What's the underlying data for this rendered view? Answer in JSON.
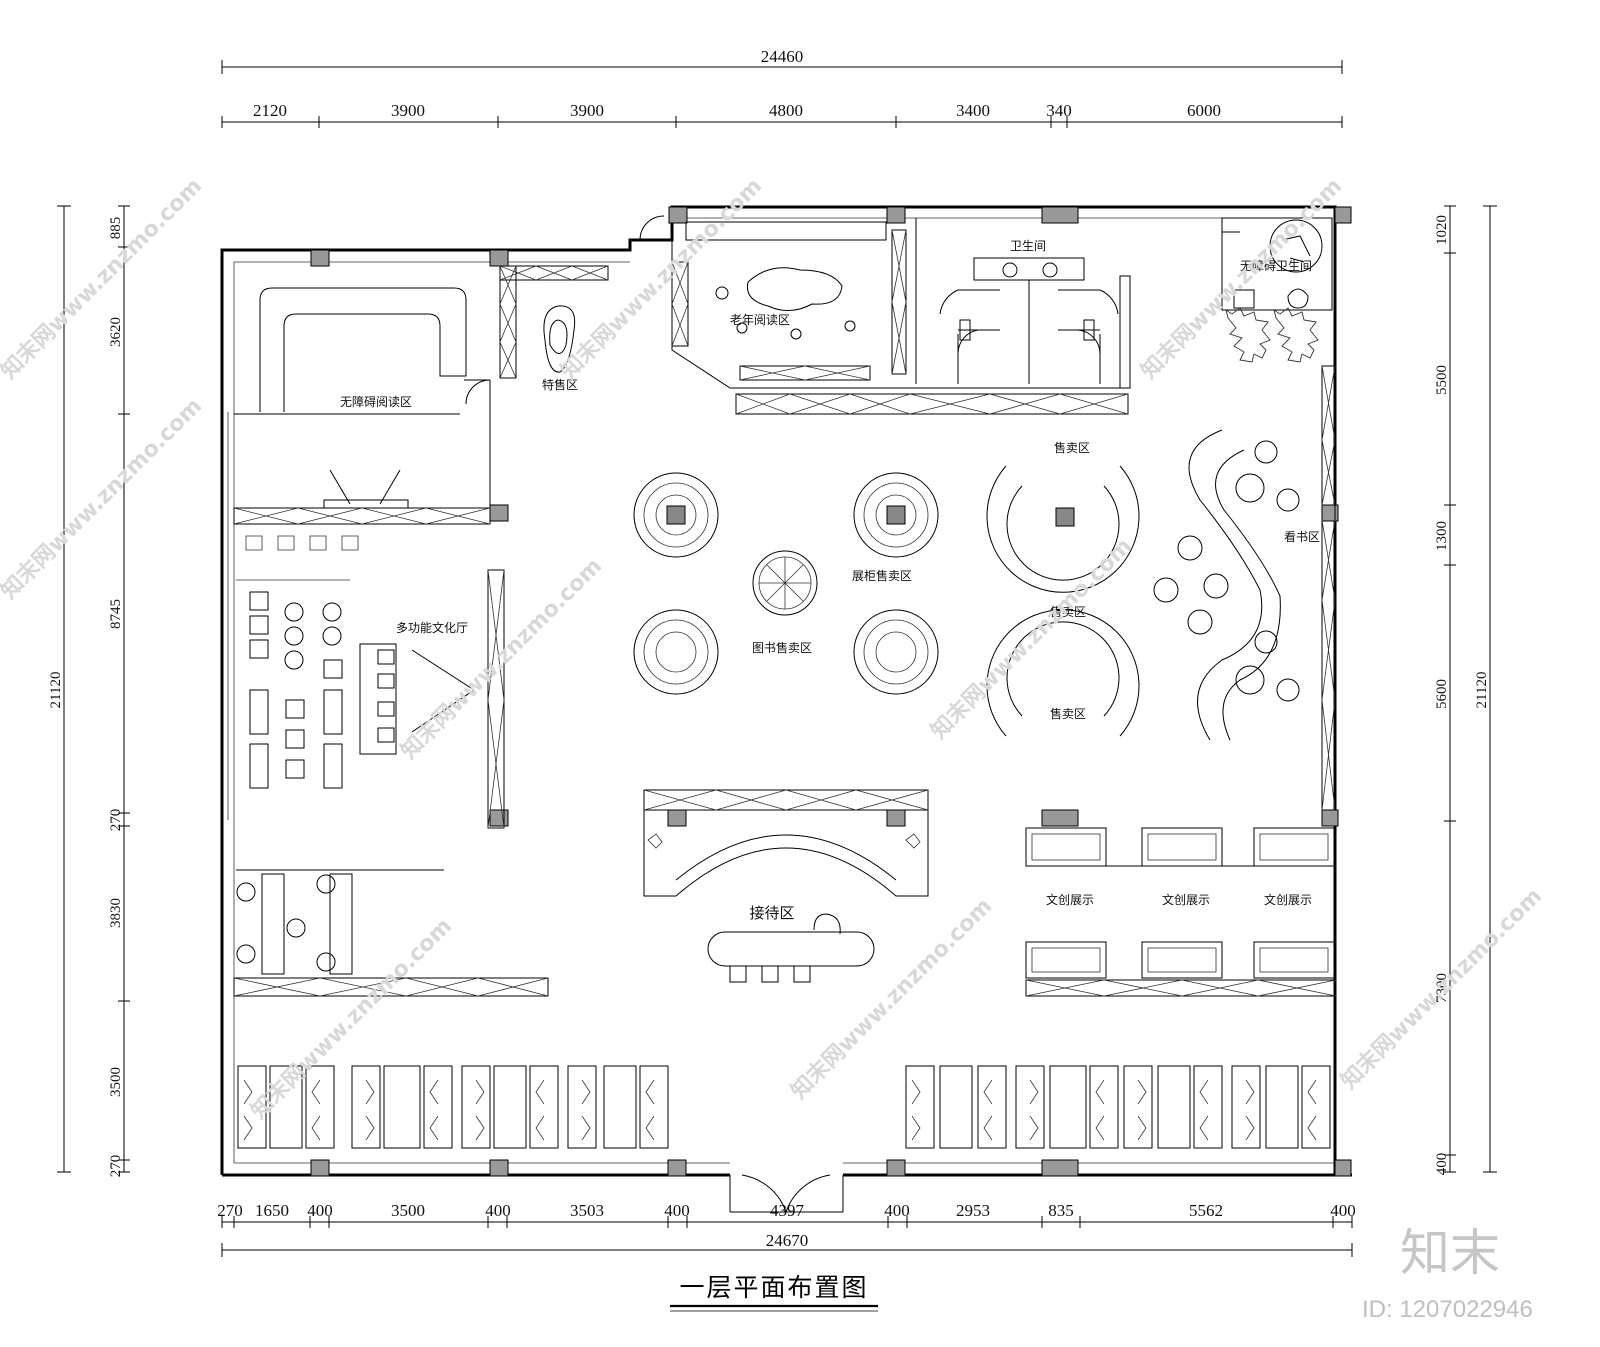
{
  "top_dims": {
    "total": "24460",
    "segments": [
      "2120",
      "3900",
      "3900",
      "4800",
      "3400",
      "340",
      "6000"
    ]
  },
  "bottom_dims": {
    "total": "24670",
    "segments": [
      "270",
      "1650",
      "400",
      "3500",
      "400",
      "3503",
      "400",
      "4397",
      "400",
      "2953",
      "835",
      "5562",
      "400"
    ]
  },
  "left_dims": {
    "total": "21120",
    "segments": [
      "885",
      "3620",
      "8745",
      "270",
      "3830",
      "3500",
      "270"
    ]
  },
  "right_dims": {
    "total": "21120",
    "segments": [
      "1020",
      "5500",
      "1300",
      "5600",
      "7300",
      "400"
    ]
  },
  "rooms": {
    "accessible_reading": "无障碍阅读区",
    "special_sale": "特售区",
    "senior_reading": "老年阅读区",
    "restroom": "卫生间",
    "accessible_restroom": "无障碍卫生间",
    "sales_area_1": "售卖区",
    "sales_area_2": "售卖区",
    "sales_area_3": "售卖区",
    "reading_area": "看书区",
    "cabinet_sales": "展柜售卖区",
    "book_sales": "图书售卖区",
    "multi_hall": "多功能文化厅",
    "reception": "接待区",
    "creative_1": "文创展示",
    "creative_2": "文创展示",
    "creative_3": "文创展示"
  },
  "title": "一层平面布置图",
  "watermark": {
    "text": "知末网www.znzmo.com",
    "brand": "知末",
    "id": "ID: 1207022946"
  }
}
